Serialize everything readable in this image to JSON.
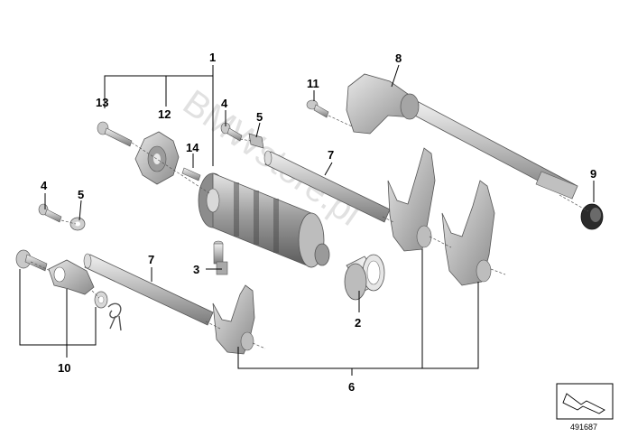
{
  "callouts": {
    "c1": "1",
    "c2": "2",
    "c3": "3",
    "c4a": "4",
    "c4b": "4",
    "c5a": "5",
    "c5b": "5",
    "c6": "6",
    "c7a": "7",
    "c7b": "7",
    "c8": "8",
    "c9": "9",
    "c10": "10",
    "c11": "11",
    "c12": "12",
    "c13": "13",
    "c14": "14"
  },
  "watermark": "BMWstore.pl",
  "reference_number": "491687",
  "colors": {
    "metal_light": "#d4d4d4",
    "metal_mid": "#a6a6a6",
    "metal_dark": "#6e6e6e",
    "seal": "#2b2b2b"
  }
}
